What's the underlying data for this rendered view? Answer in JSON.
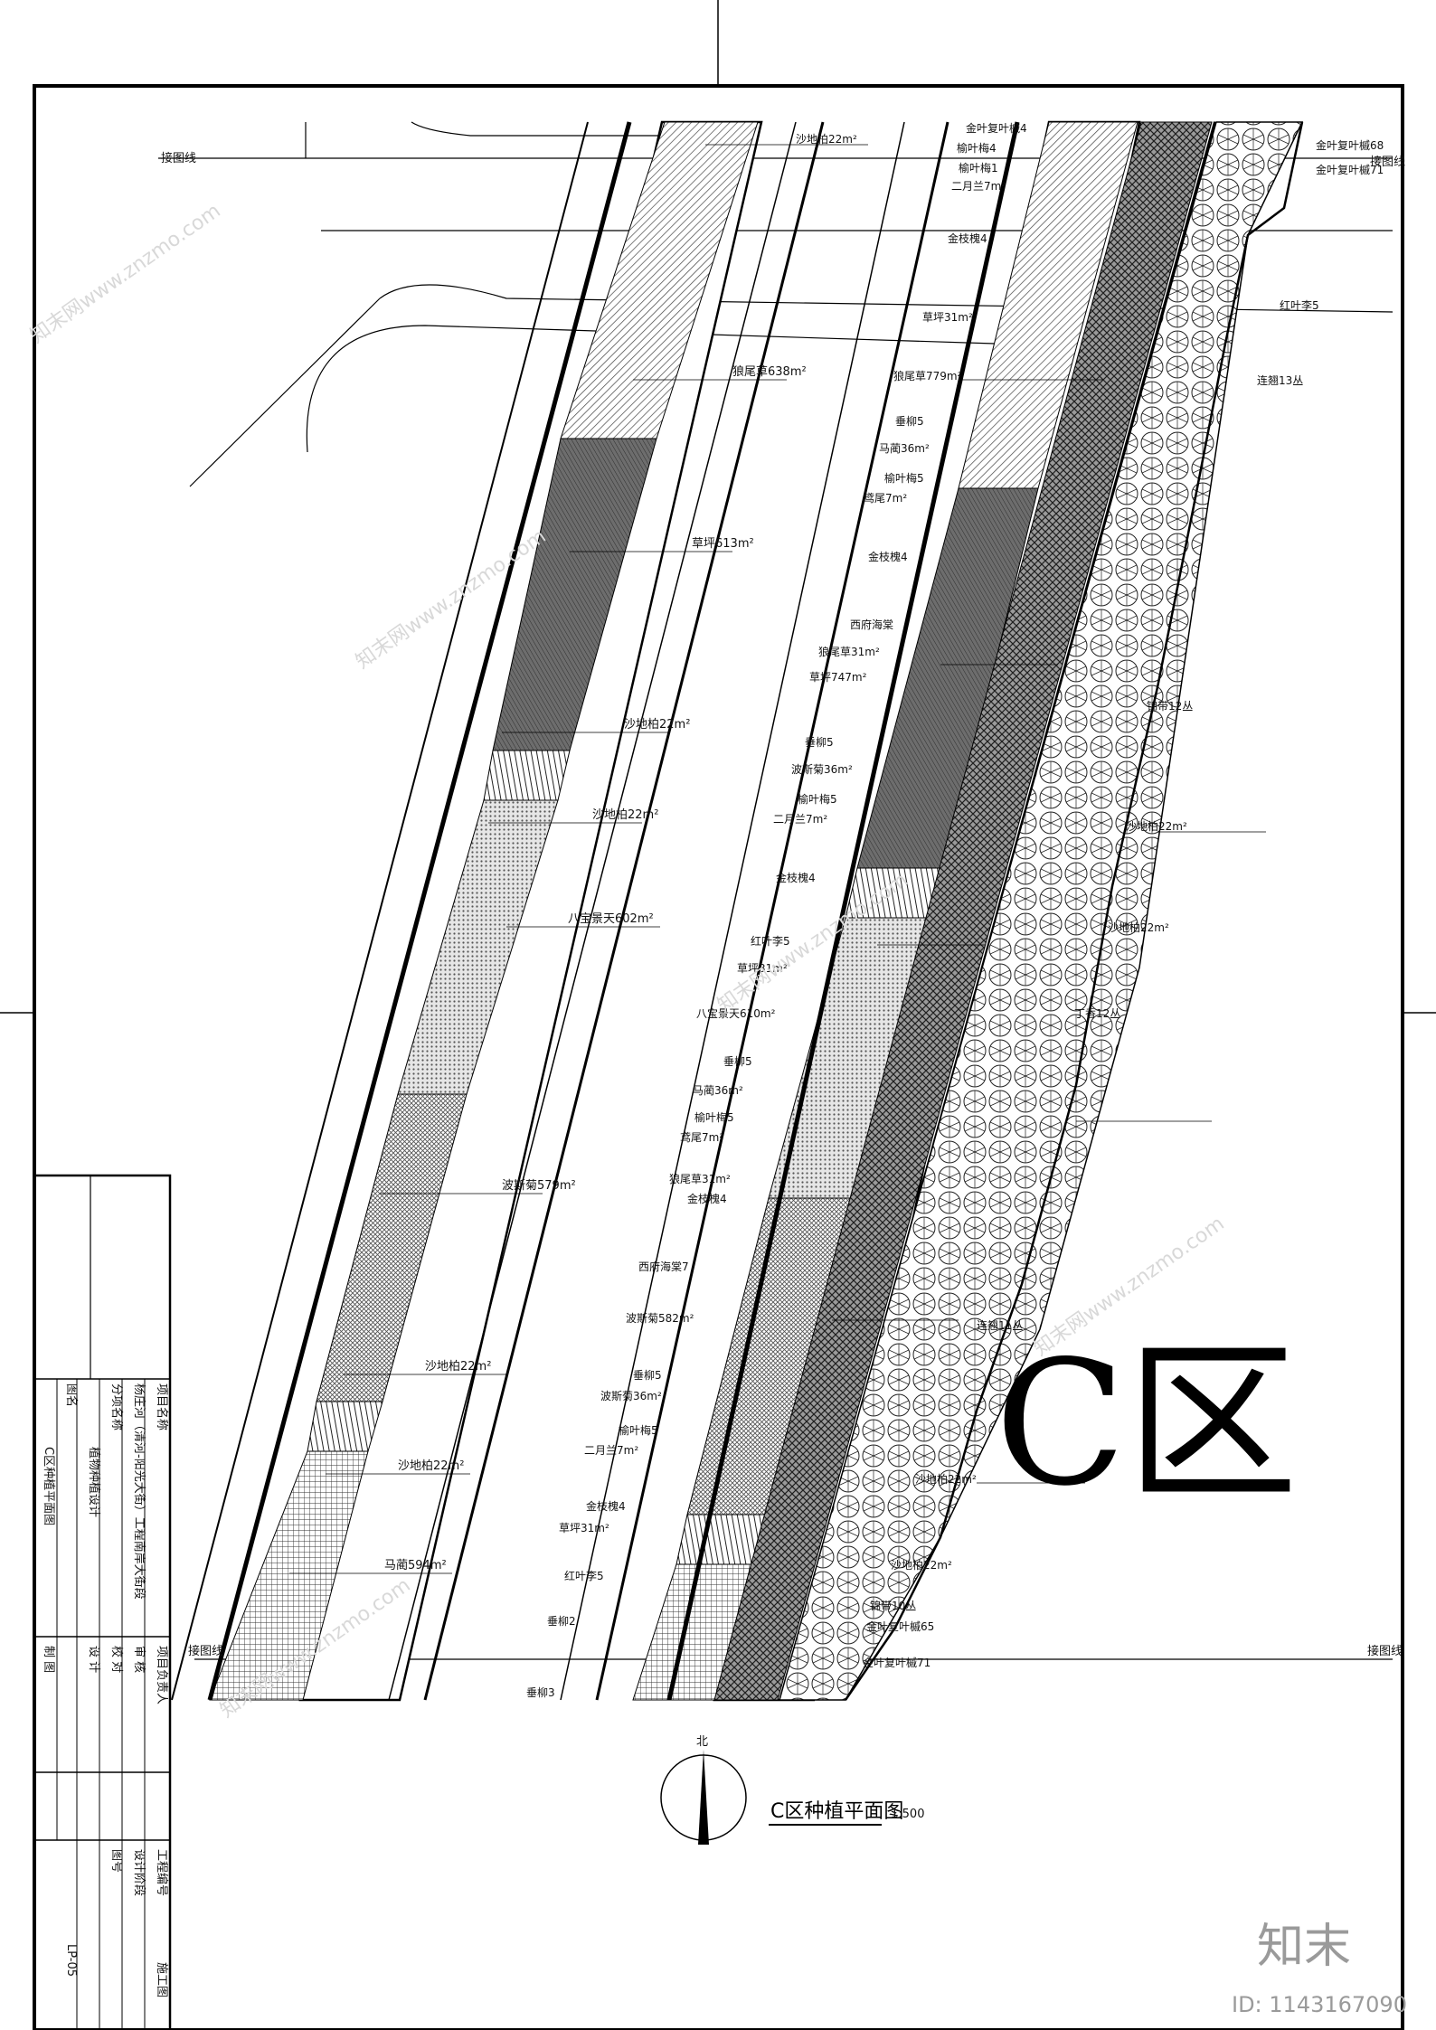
{
  "drawing": {
    "zone_big_label": "C区",
    "title": "C区种植平面图",
    "scale": "1:500",
    "north": "北",
    "match_line": "接图线",
    "sheet_no": "LP-05",
    "footer_brand": "知末",
    "footer_id": "ID: 1143167090",
    "watermark": "知末网www.znzmo.com"
  },
  "title_block": {
    "project_label": "项目名称",
    "project_value": "杨庄河（清河-阳光大街）工程南岸大街段",
    "item_label": "分项名称",
    "item_value": "植物种植设计",
    "drawing_label": "图名",
    "drawing_value": "C区种植平面图",
    "project_leader": "项目负责人",
    "review": "审 核",
    "check": "校 对",
    "design": "设 计",
    "draw": "制 图",
    "project_no": "工程编号",
    "design_stage": "设计阶段",
    "stage_value": "施工图",
    "drawing_no": "图号"
  },
  "labels_left_strip": [
    "沙地柏22m²",
    "狼尾草638m²",
    "草坪613m²",
    "沙地柏22m²",
    "沙地柏22m²",
    "八宝景天602m²",
    "波斯菊579m²",
    "沙地柏22m²",
    "沙地柏22m²",
    "马蔺594m²"
  ],
  "labels_mid_strip": [
    "沙地柏22m²",
    "金叶复叶槭4",
    "榆叶梅4",
    "榆叶梅1",
    "二月兰7m²",
    "金枝槐4",
    "草坪31m²",
    "狼尾草779m²",
    "垂柳5",
    "马蔺36m²",
    "榆叶梅5",
    "鸢尾7m²",
    "金枝槐4",
    "西府海棠",
    "狼尾草31m²",
    "草坪747m²",
    "垂柳5",
    "波斯菊36m²",
    "榆叶梅5",
    "二月兰7m²",
    "金枝槐4",
    "红叶李5",
    "草坪31m²",
    "八宝景天610m²",
    "垂柳5",
    "马蔺36m²",
    "榆叶梅5",
    "鸢尾7m²",
    "狼尾草31m²",
    "金枝槐4",
    "西府海棠7",
    "波斯菊582m²",
    "垂柳5",
    "波斯菊36m²",
    "榆叶梅5",
    "二月兰7m²",
    "金枝槐4",
    "草坪31m²",
    "红叶李5",
    "垂柳2",
    "垂柳3"
  ],
  "labels_right_strip": [
    "金叶复叶槭68",
    "金叶复叶槭71",
    "红叶李5",
    "连翘13丛",
    "锦带12丛",
    "沙地柏22m²",
    "沙地柏22m²",
    "丁香12丛",
    "连翘11丛",
    "沙地柏22m²",
    "沙地柏22m²",
    "锦带10丛",
    "金叶复叶槭65",
    "金叶复叶槭71"
  ]
}
